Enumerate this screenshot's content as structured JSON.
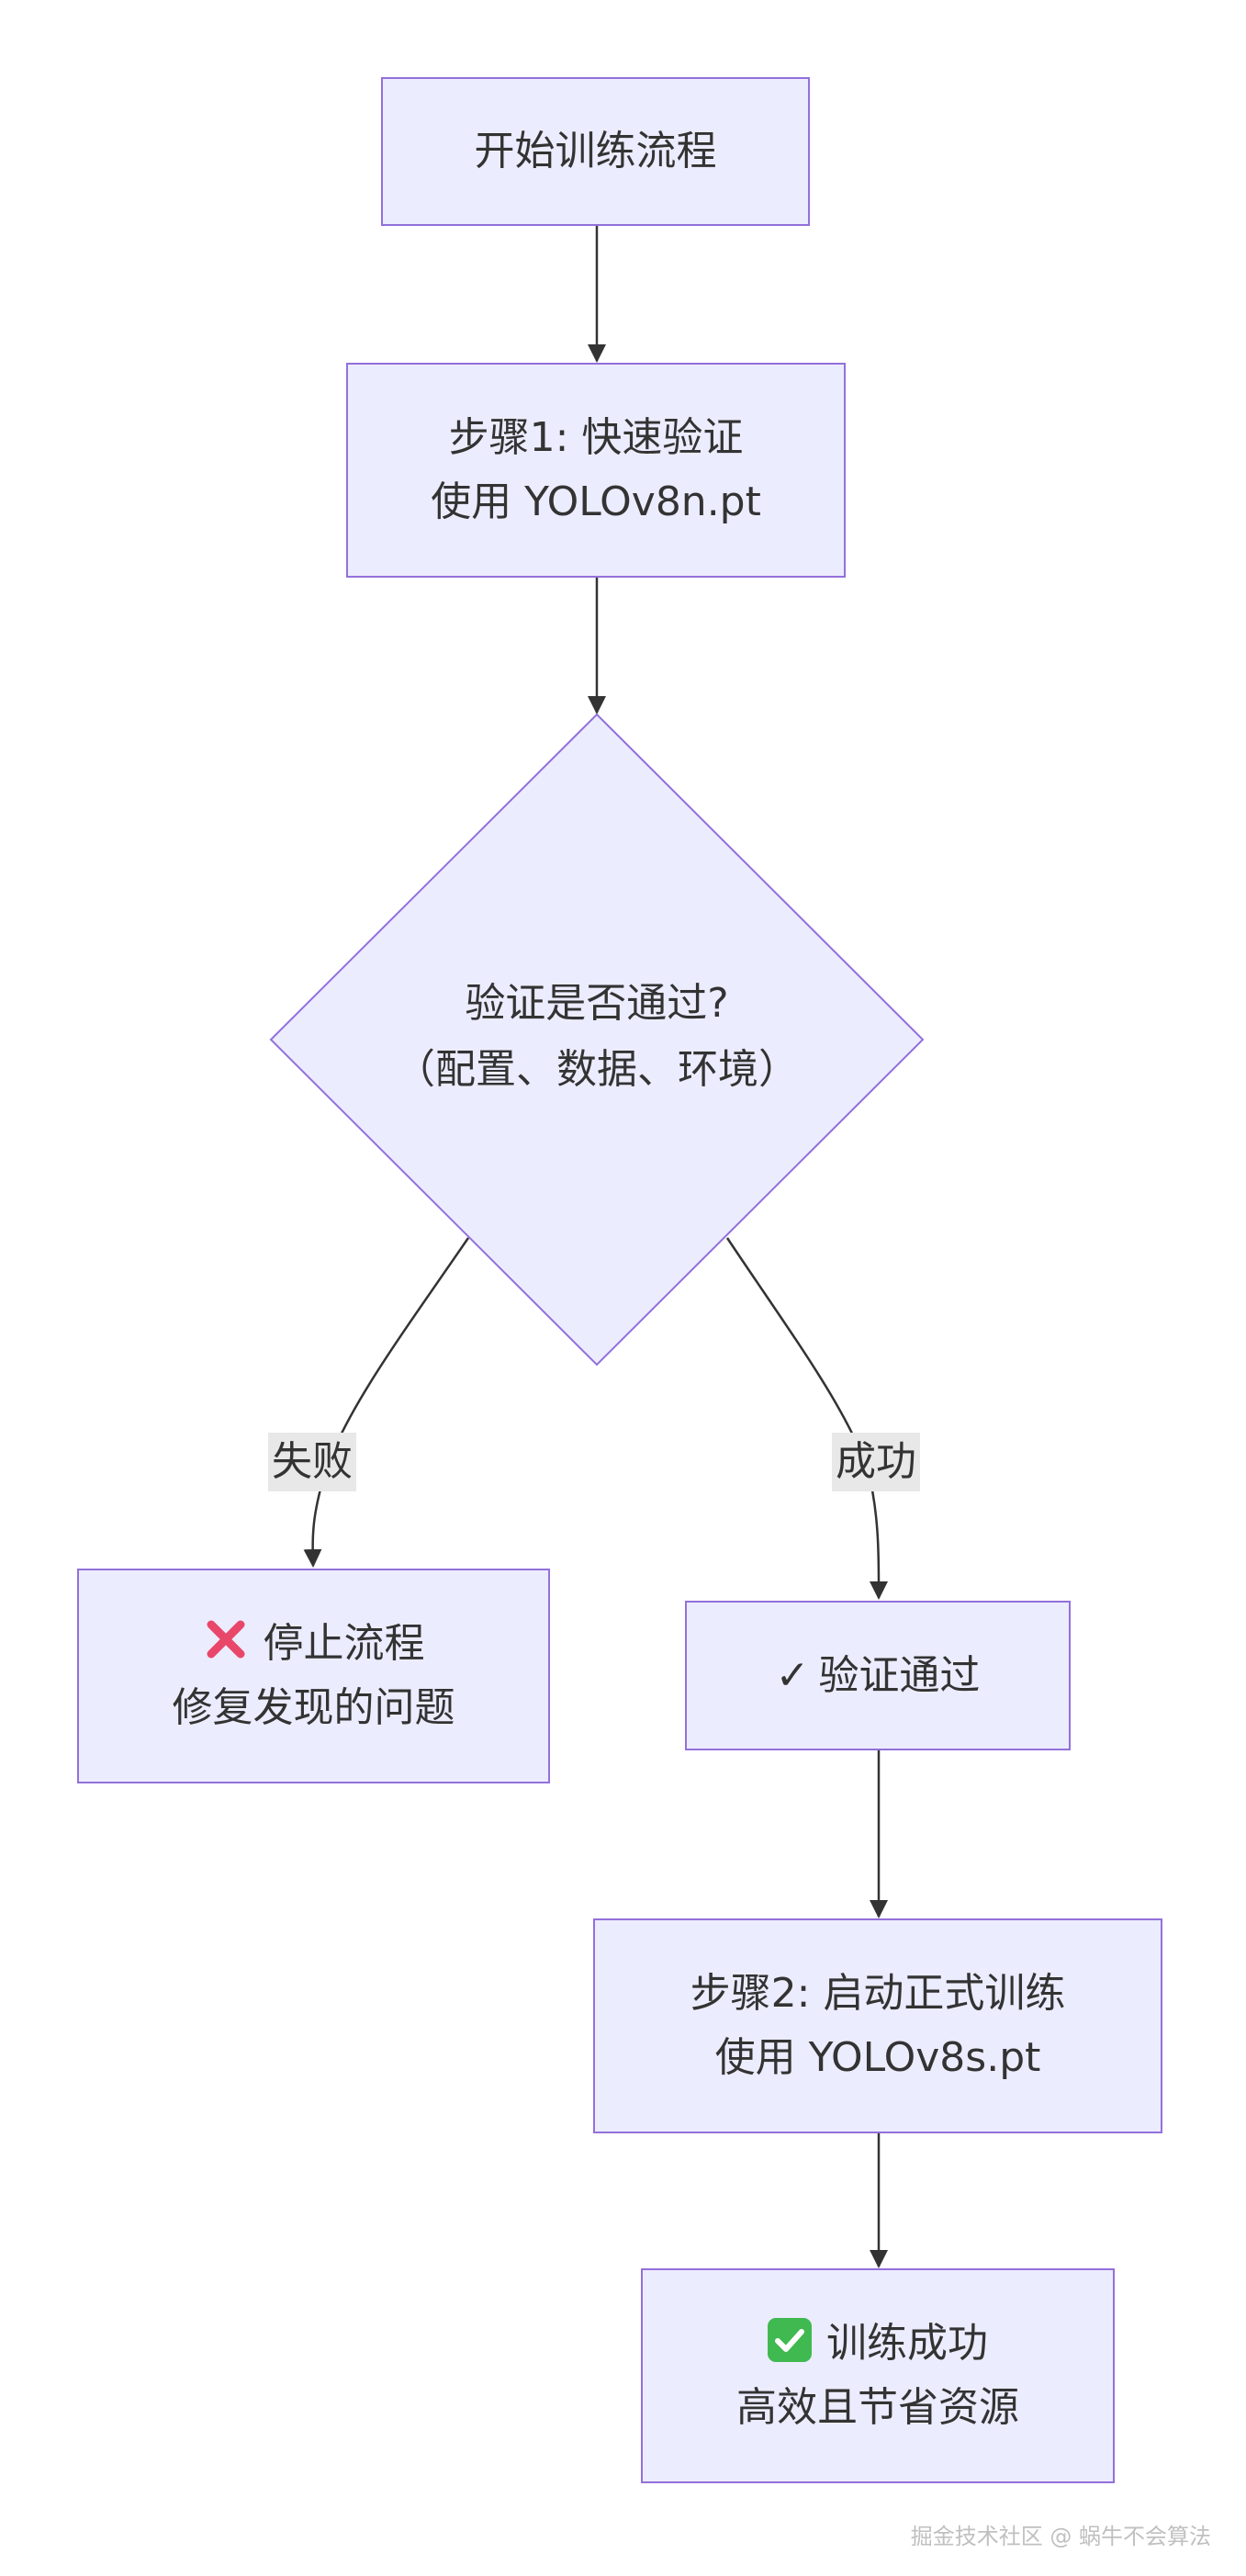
{
  "nodes": {
    "start": "开始训练流程",
    "step1_line1": "步骤1: 快速验证",
    "step1_line2": "使用 YOLOv8n.pt",
    "decision_line1": "验证是否通过?",
    "decision_line2": "（配置、数据、环境）",
    "stop_line1": "停止流程",
    "stop_line2": "修复发现的问题",
    "verified": "验证通过",
    "step2_line1": "步骤2: 启动正式训练",
    "step2_line2": "使用 YOLOv8s.pt",
    "success_line1": "训练成功",
    "success_line2": "高效且节省资源"
  },
  "edges": {
    "fail_label": "失败",
    "success_label": "成功"
  },
  "icons": {
    "stop": "cross-mark-icon",
    "verified": "check-mark-icon",
    "success": "check-box-icon"
  },
  "colors": {
    "node_fill": "#ECECFF",
    "node_border": "#9370DB",
    "edge": "#333333",
    "label_bg": "#e8e8e8"
  },
  "footer": "掘金技术社区 @ 蜗牛不会算法"
}
